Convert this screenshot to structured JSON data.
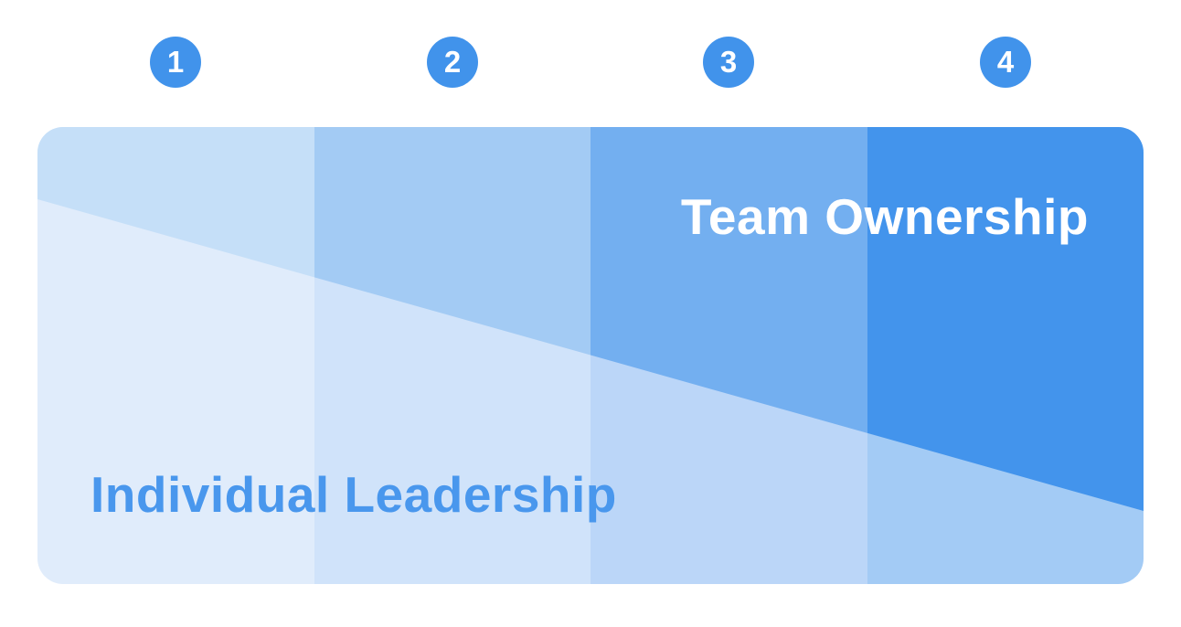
{
  "figure": {
    "description": "Four-stage progression diagram from Individual Leadership to Team Ownership",
    "step_badges": [
      {
        "label": "1"
      },
      {
        "label": "2"
      },
      {
        "label": "3"
      },
      {
        "label": "4"
      }
    ],
    "labels": {
      "team": "Team Ownership",
      "individual": "Individual Leadership"
    },
    "colors": {
      "badge": "#4193EB",
      "badge_text": "#FFFFFF",
      "team_text": "#FFFFFF",
      "individual_text": "#4997ED",
      "columns_top": [
        "#C5DFF8",
        "#A3CBF4",
        "#73AFF0",
        "#4394EC"
      ],
      "columns_bottom": [
        "#E0ECFB",
        "#D0E3FA",
        "#BBD6F8",
        "#A3CBF5"
      ]
    }
  }
}
